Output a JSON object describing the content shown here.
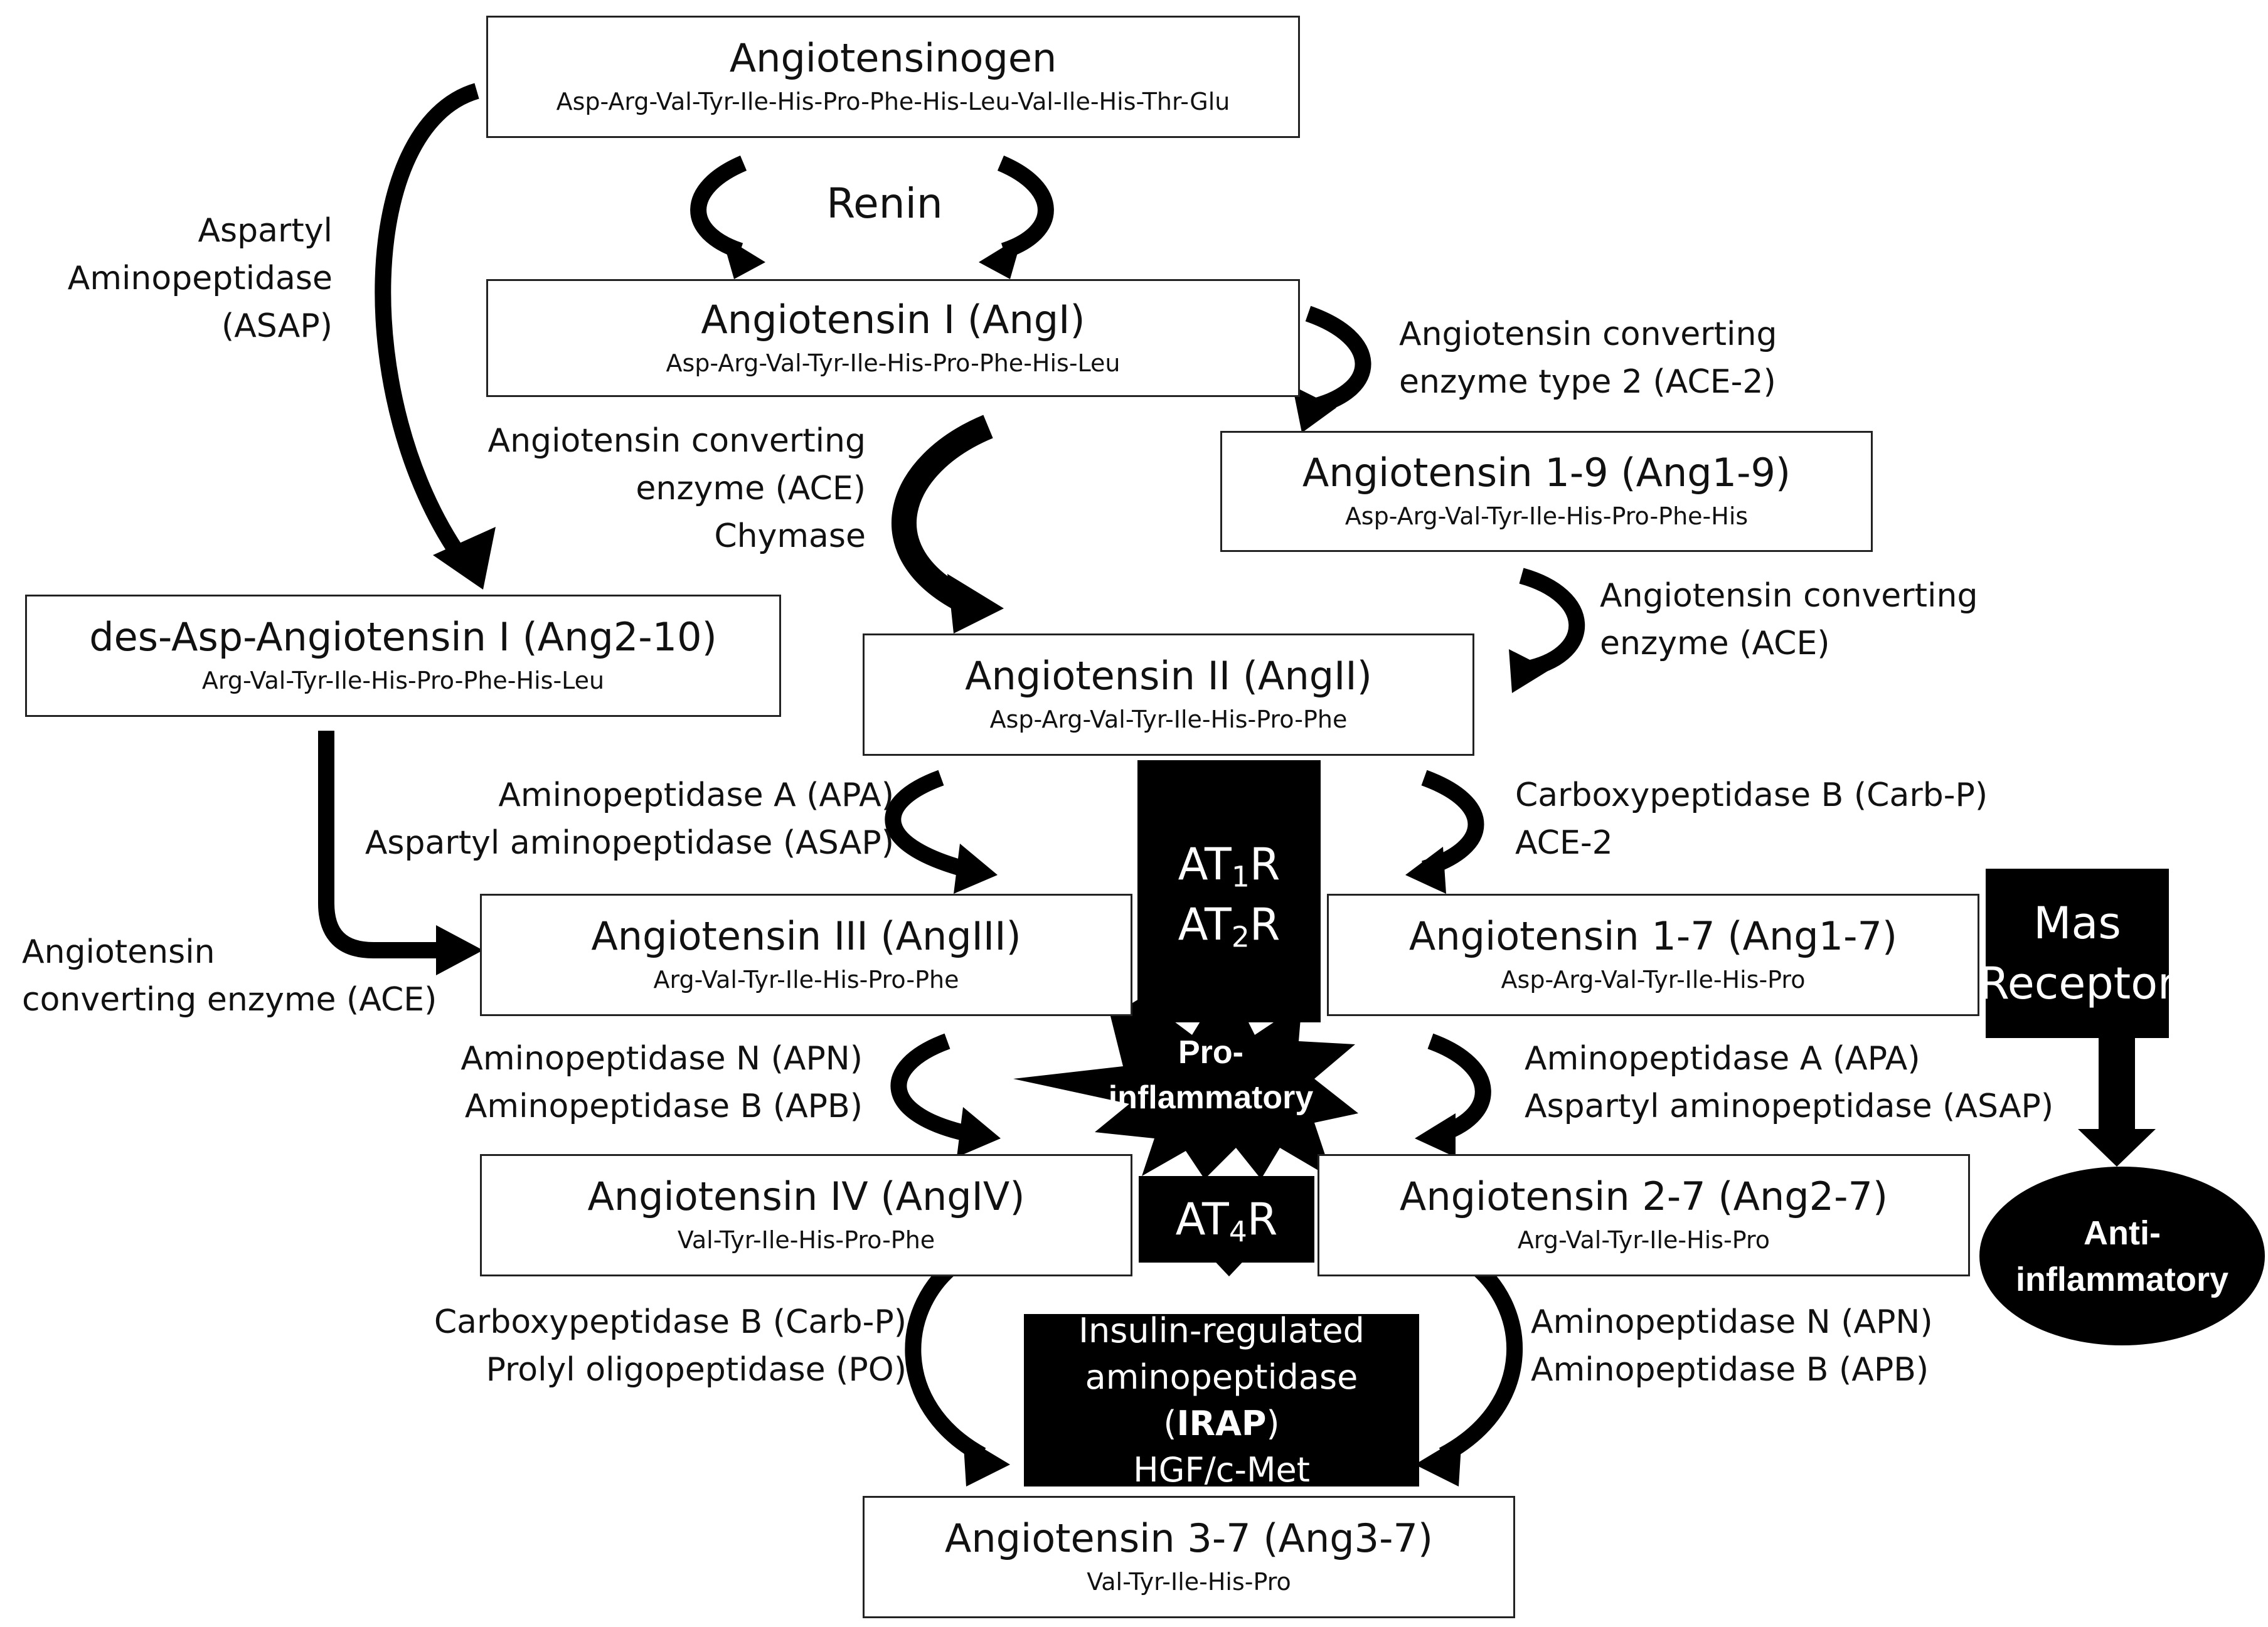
{
  "nodes": {
    "angiotensinogen": {
      "name": "Angiotensinogen",
      "seq": "Asp-Arg-Val-Tyr-Ile-His-Pro-Phe-His-Leu-Val-Ile-His-Thr-Glu"
    },
    "angI": {
      "name": "Angiotensin I (AngI)",
      "seq": "Asp-Arg-Val-Tyr-Ile-His-Pro-Phe-His-Leu"
    },
    "ang19": {
      "name": "Angiotensin 1-9 (Ang1-9)",
      "seq": "Asp-Arg-Val-Tyr-Ile-His-Pro-Phe-His"
    },
    "ang210": {
      "name": "des-Asp-Angiotensin I (Ang2-10)",
      "seq": "Arg-Val-Tyr-Ile-His-Pro-Phe-His-Leu"
    },
    "angII": {
      "name": "Angiotensin II (AngII)",
      "seq": "Asp-Arg-Val-Tyr-Ile-His-Pro-Phe"
    },
    "angIII": {
      "name": "Angiotensin III (AngIII)",
      "seq": "Arg-Val-Tyr-Ile-His-Pro-Phe"
    },
    "ang17": {
      "name": "Angiotensin 1-7 (Ang1-7)",
      "seq": "Asp-Arg-Val-Tyr-Ile-His-Pro"
    },
    "angIV": {
      "name": "Angiotensin IV (AngIV)",
      "seq": "Val-Tyr-Ile-His-Pro-Phe"
    },
    "ang27": {
      "name": "Angiotensin 2-7 (Ang2-7)",
      "seq": "Arg-Val-Tyr-Ile-His-Pro"
    },
    "ang37": {
      "name": "Angiotensin 3-7 (Ang3-7)",
      "seq": "Val-Tyr-Ile-His-Pro"
    }
  },
  "enzymes": {
    "renin": "Renin",
    "asap_left": [
      "Aspartyl",
      "Aminopeptidase",
      "(ASAP)"
    ],
    "ace2_top": [
      "Angiotensin converting",
      "enzyme type 2 (ACE-2)"
    ],
    "ace_chymase": [
      "Angiotensin converting",
      "enzyme (ACE)",
      "Chymase"
    ],
    "ace_right": [
      "Angiotensin converting",
      "enzyme (ACE)"
    ],
    "apa_asap_left": [
      "Aminopeptidase A (APA)",
      "Aspartyl aminopeptidase (ASAP)"
    ],
    "carbp_ace2": [
      "Carboxypeptidase B (Carb-P)",
      "ACE-2"
    ],
    "ace_left": [
      "Angiotensin",
      "converting enzyme (ACE)"
    ],
    "apn_apb_left": [
      "Aminopeptidase N (APN)",
      "Aminopeptidase B (APB)"
    ],
    "apa_asap_right": [
      "Aminopeptidase A (APA)",
      "Aspartyl aminopeptidase (ASAP)"
    ],
    "carbp_po": [
      "Carboxypeptidase B (Carb-P)",
      "Prolyl oligopeptidase (PO)"
    ],
    "apn_apb_right": [
      "Aminopeptidase N (APN)",
      "Aminopeptidase B (APB)"
    ]
  },
  "receptors": {
    "at_prefix": "AT",
    "r": "R",
    "at1_sub": "1",
    "at2_sub": "2",
    "at4_sub": "4",
    "mas": [
      "Mas",
      "Receptor"
    ],
    "irap_line1": "Insulin-regulated",
    "irap_line2_pre": "aminopeptidase (",
    "irap_line2_bold": "IRAP",
    "irap_line2_post": ")",
    "irap_line3": "HGF/c-Met"
  },
  "effects": {
    "pro_inflammatory": [
      "Pro-",
      "inflammatory"
    ],
    "anti_inflammatory": [
      "Anti-",
      "inflammatory"
    ]
  },
  "colors": {
    "ink": "#000000",
    "box_border": "#222222",
    "background": "#ffffff"
  }
}
